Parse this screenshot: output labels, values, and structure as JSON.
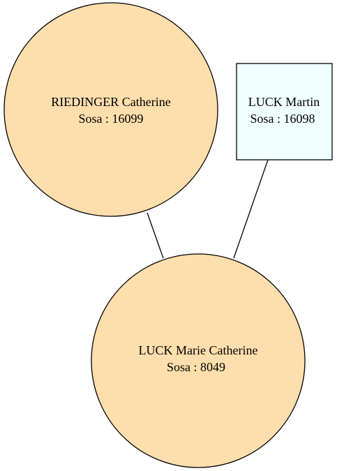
{
  "nodes": {
    "mother": {
      "name": "RIEDINGER Catherine",
      "sosa": "Sosa : 16099",
      "shape": "circle",
      "fill": "#FFDEAD"
    },
    "father": {
      "name": "LUCK Martin",
      "sosa": "Sosa : 16098",
      "shape": "box",
      "fill": "#F0FFFF"
    },
    "child": {
      "name": "LUCK Marie Catherine",
      "sosa": "Sosa : 8049",
      "shape": "circle",
      "fill": "#FFDEAD"
    }
  },
  "edges": [
    {
      "from": "mother",
      "to": "child"
    },
    {
      "from": "father",
      "to": "child"
    }
  ],
  "colors": {
    "stroke": "#000000",
    "female_fill": "#FFDEAD",
    "male_fill": "#F0FFFF"
  }
}
